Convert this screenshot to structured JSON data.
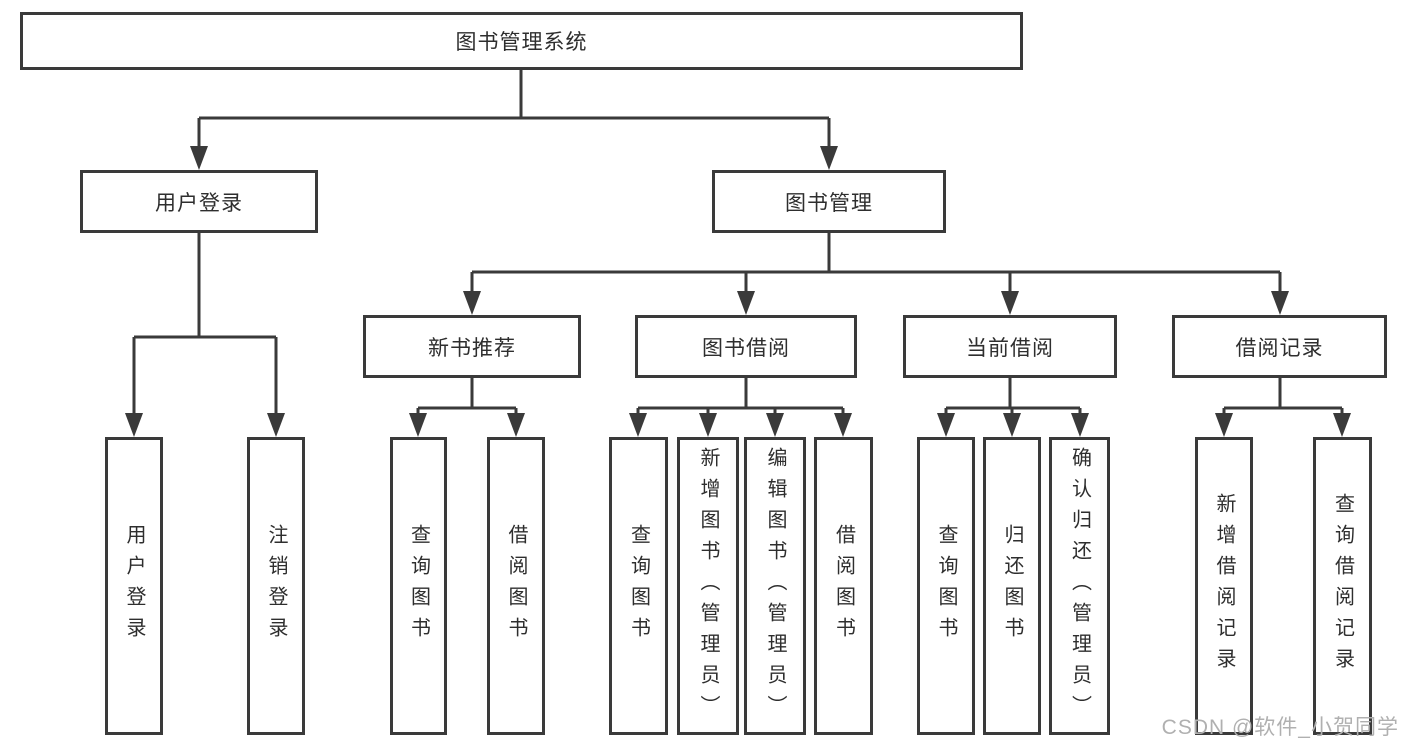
{
  "diagram": {
    "root": {
      "label": "图书管理系统"
    },
    "branches": [
      {
        "label": "用户登录",
        "children": [
          {
            "label": "用户登录"
          },
          {
            "label": "注销登录"
          }
        ]
      },
      {
        "label": "图书管理",
        "children": [
          {
            "label": "新书推荐",
            "children": [
              {
                "label": "查询图书"
              },
              {
                "label": "借阅图书"
              }
            ]
          },
          {
            "label": "图书借阅",
            "children": [
              {
                "label": "查询图书"
              },
              {
                "label": "新增图书（管理员）"
              },
              {
                "label": "编辑图书（管理员）"
              },
              {
                "label": "借阅图书"
              }
            ]
          },
          {
            "label": "当前借阅",
            "children": [
              {
                "label": "查询图书"
              },
              {
                "label": "归还图书"
              },
              {
                "label": "确认归还（管理员）"
              }
            ]
          },
          {
            "label": "借阅记录",
            "children": [
              {
                "label": "新增借阅记录"
              },
              {
                "label": "查询借阅记录"
              }
            ]
          }
        ]
      }
    ]
  },
  "watermark": {
    "text": "CSDN @软件_小贺同学"
  },
  "colors": {
    "line": "#3a3a3a",
    "text": "#2e2e2e",
    "watermark": "#b0b0b0",
    "background": "#ffffff"
  }
}
